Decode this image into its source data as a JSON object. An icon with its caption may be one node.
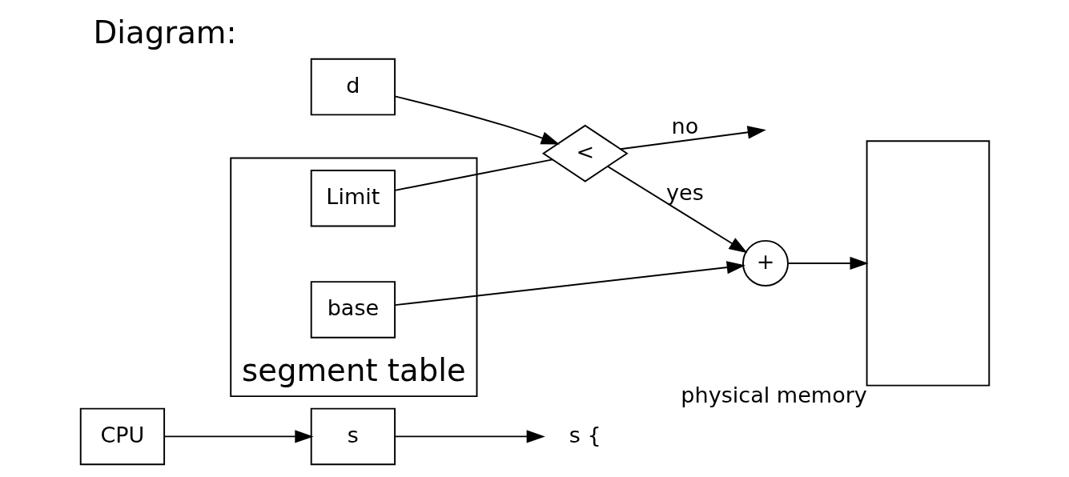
{
  "diagram": {
    "title": "Diagram:",
    "nodes": [
      {
        "text": [
          "CPU"
        ]
      },
      {
        "text": [
          "s"
        ]
      },
      {
        "text": [
          "d"
        ]
      },
      {
        "text": [
          "s {"
        ]
      },
      {
        "text": [
          "segment table"
        ]
      },
      {
        "text": [
          "Limit"
        ],
        "in": 4
      },
      {
        "text": [
          "base"
        ],
        "in": 4
      },
      {
        "text": [
          "<"
        ]
      },
      {
        "text": [
          "+"
        ]
      },
      {
        "text": [
          "physical memory"
        ]
      }
    ],
    "edges": [
      {
        "from": 0,
        "to": 1,
        "arrow": "to"
      },
      {
        "from": 1,
        "to": 3,
        "arrow": "to"
      },
      {
        "from": 2,
        "to": 7,
        "arrow": "to"
      },
      {
        "from": 5,
        "to": 7,
        "arrow": "none"
      },
      {
        "from": 6,
        "to": 8,
        "arrow": "to"
      },
      {
        "from": 7,
        "to": 8,
        "label": "yes",
        "arrow": "to"
      },
      {
        "from": 8,
        "to": 9,
        "arrow": "to"
      },
      {
        "from": 7,
        "to": null,
        "label": "no",
        "arrow": "to"
      }
    ]
  }
}
